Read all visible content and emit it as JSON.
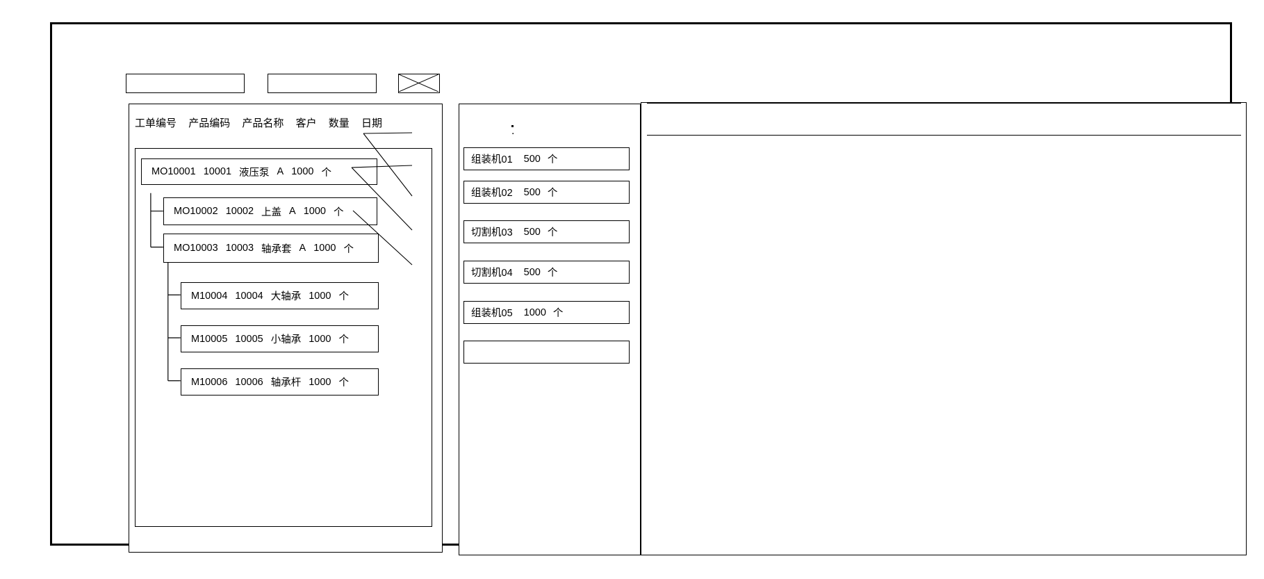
{
  "window": {
    "title": "",
    "frame_color": "#000000",
    "background": "#ffffff"
  },
  "toolbar": {
    "field_1_value": "",
    "field_1_placeholder": "",
    "field_2_value": "",
    "field_2_placeholder": "",
    "image_placeholder_icon": "crossed-box-image-placeholder-icon"
  },
  "left_panel": {
    "columns": [
      {
        "label": "工单编号"
      },
      {
        "label": "产品编码"
      },
      {
        "label": "产品名称"
      },
      {
        "label": "客户"
      },
      {
        "label": "数量"
      },
      {
        "label": "日期"
      }
    ],
    "rows": [
      {
        "order_no": "MO10001",
        "product_code": "10001",
        "product_name": "液压泵",
        "customer": "A",
        "quantity": "1000",
        "unit": "个",
        "date": "",
        "level": 0
      },
      {
        "order_no": "MO10002",
        "product_code": "10002",
        "product_name": "上盖",
        "customer": "A",
        "quantity": "1000",
        "unit": "个",
        "date": "",
        "level": 1
      },
      {
        "order_no": "MO10003",
        "product_code": "10003",
        "product_name": "轴承套",
        "customer": "A",
        "quantity": "1000",
        "unit": "个",
        "date": "",
        "level": 1
      },
      {
        "order_no": "M10004",
        "product_code": "10004",
        "product_name": "大轴承",
        "customer": "",
        "quantity": "1000",
        "unit": "个",
        "date": "",
        "level": 2
      },
      {
        "order_no": "M10005",
        "product_code": "10005",
        "product_name": "小轴承",
        "customer": "",
        "quantity": "1000",
        "unit": "个",
        "date": "",
        "level": 2
      },
      {
        "order_no": "M10006",
        "product_code": "10006",
        "product_name": "轴承杆",
        "customer": "",
        "quantity": "1000",
        "unit": "个",
        "date": "",
        "level": 2
      }
    ]
  },
  "middle_panel": {
    "marker": ".",
    "machines": [
      {
        "name": "组装机01",
        "quantity": "500",
        "unit": "个"
      },
      {
        "name": "组装机02",
        "quantity": "500",
        "unit": "个"
      },
      {
        "name": "切割机03",
        "quantity": "500",
        "unit": "个"
      },
      {
        "name": "切割机04",
        "quantity": "500",
        "unit": "个"
      },
      {
        "name": "组装机05",
        "quantity": "1000",
        "unit": "个"
      },
      {
        "name": "",
        "quantity": "",
        "unit": ""
      }
    ]
  },
  "right_panel": {
    "header_row": [],
    "rows": []
  }
}
